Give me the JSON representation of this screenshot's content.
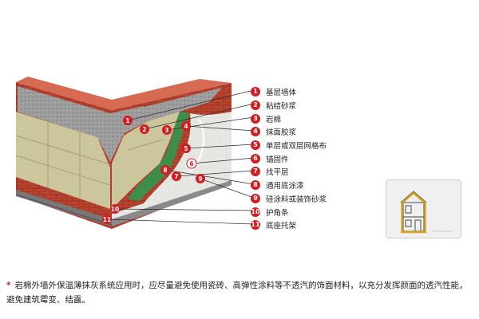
{
  "legend": {
    "items": [
      {
        "num": "1",
        "label": "基层墙体"
      },
      {
        "num": "2",
        "label": "粘结砂浆"
      },
      {
        "num": "3",
        "label": "岩棉"
      },
      {
        "num": "4",
        "label": "抹面胶浆"
      },
      {
        "num": "5",
        "label": "单层或双层网格布"
      },
      {
        "num": "6",
        "label": "锚固件"
      },
      {
        "num": "7",
        "label": "找平层"
      },
      {
        "num": "8",
        "label": "通用底涂漆"
      },
      {
        "num": "9",
        "label": "硅涂料或装饰砂浆"
      },
      {
        "num": "10",
        "label": "护角条"
      },
      {
        "num": "11",
        "label": "底座托架"
      }
    ]
  },
  "note": {
    "star": "*",
    "text": "岩棉外墙外保温薄抹灰系统应用时，应尽量避免使用瓷砖、高弹性涂料等不透汽的饰面材料，以充分发挥颜面的透汽性能，避免建筑霉变、结露。"
  },
  "colors": {
    "accent": "#d71a20",
    "brick": "#b8432f",
    "wool": "#cdc79e",
    "mesh": "#3f8d4a"
  },
  "icon": "house-section-icon"
}
